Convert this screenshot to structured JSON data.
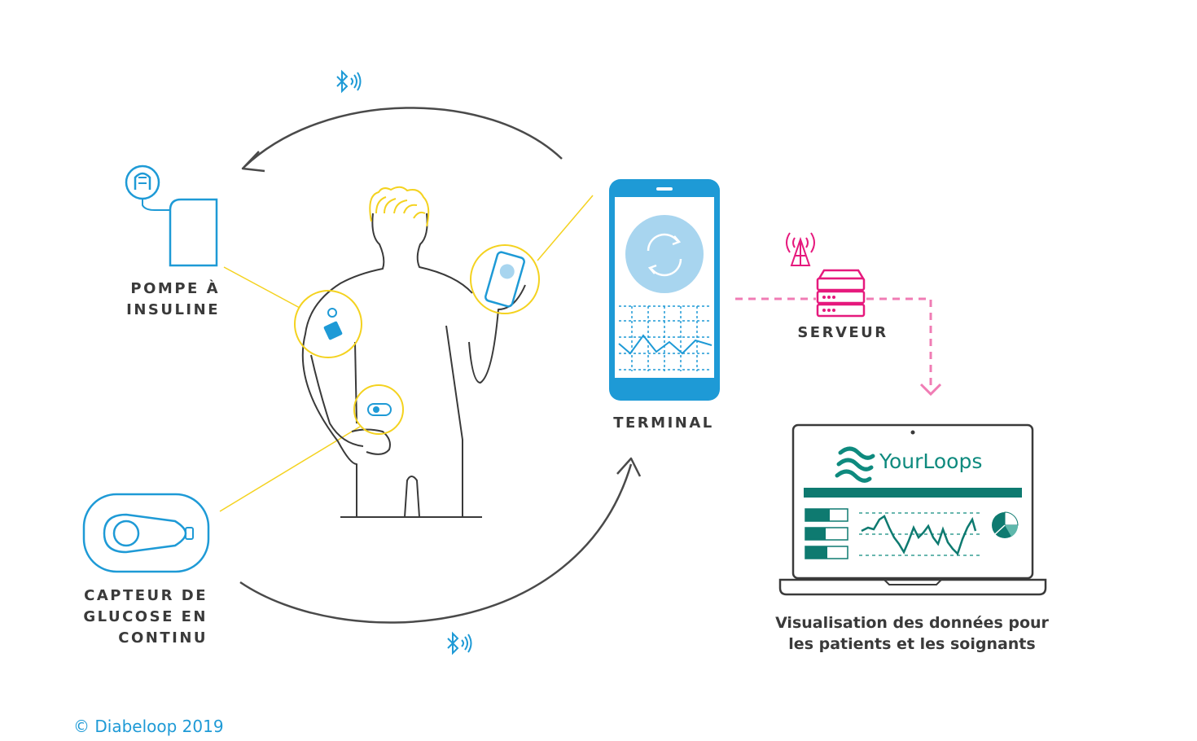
{
  "labels": {
    "pump": "POMPE À INSULINE",
    "cgm": "CAPTEUR DE GLUCOSE EN CONTINU",
    "terminal": "TERMINAL",
    "server": "SERVEUR",
    "visualisation": "Visualisation des données pour les patients et les soignants"
  },
  "brand": {
    "name": "YourLoops"
  },
  "copyright": "© Diabeloop 2019",
  "colors": {
    "blue": "#1e9ad6",
    "yellow": "#f4d21f",
    "pink": "#e6197d",
    "teal": "#0e7a70",
    "dark": "#3a3a3a"
  },
  "icons": [
    "bluetooth-icon",
    "antenna-icon",
    "sync-icon",
    "server-icon",
    "pump-icon",
    "cgm-sensor-icon",
    "laptop-icon",
    "phone-icon"
  ]
}
